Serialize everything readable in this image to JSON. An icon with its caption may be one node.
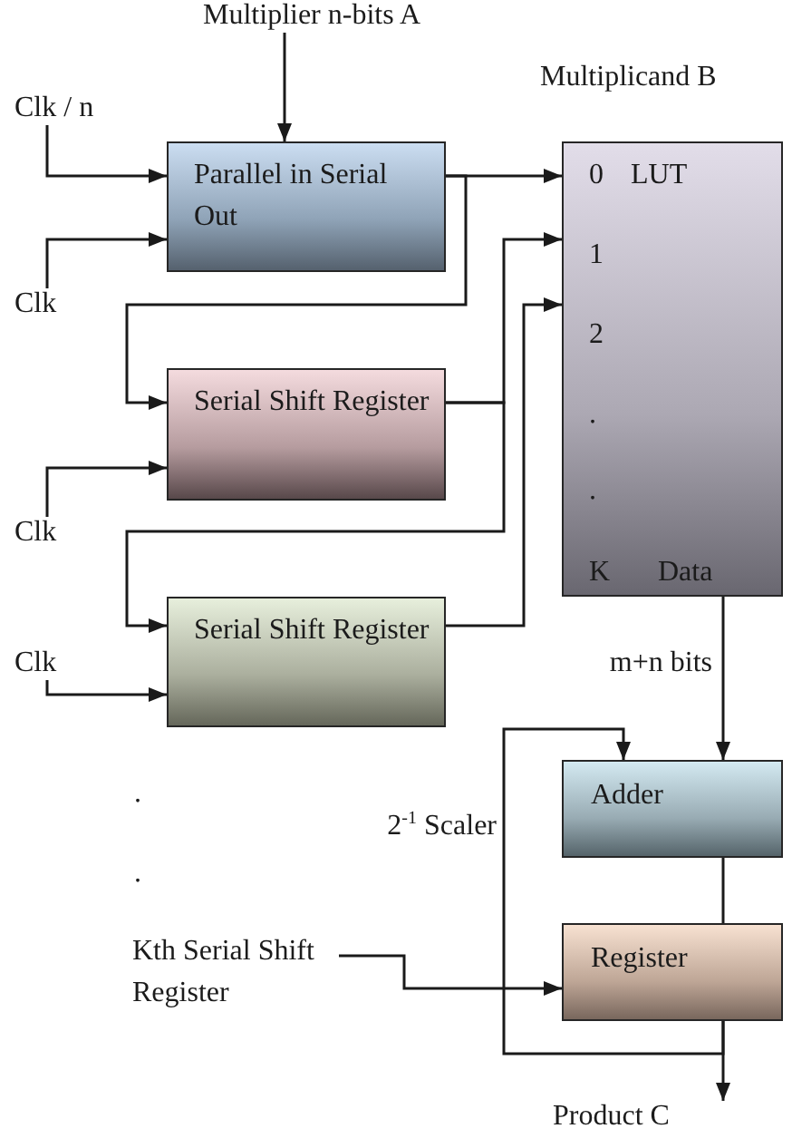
{
  "diagram": {
    "nodes": [
      {
        "text": [
          "Multiplier n-bits A"
        ]
      },
      {
        "text": [
          "Clk / n"
        ]
      },
      {
        "text": [
          "Parallel in Serial Out"
        ]
      },
      {
        "text": [
          "0",
          "LUT",
          "1",
          "2",
          ".",
          ".",
          "K",
          "Data"
        ]
      },
      {
        "text": [
          "Clk"
        ]
      },
      {
        "text": [
          "Serial Shift Register"
        ]
      },
      {
        "text": [
          "Clk"
        ]
      },
      {
        "text": [
          "Serial Shift Register"
        ]
      },
      {
        "text": [
          "Clk"
        ]
      },
      {
        "text": [
          "Adder"
        ]
      },
      {
        "text": [
          "Kth Serial Shift Register"
        ]
      },
      {
        "text": [
          "Register"
        ]
      },
      {
        "text": [
          "Product C"
        ]
      }
    ],
    "edges": [
      {
        "from": 0,
        "to": 2,
        "arrow": "to"
      },
      {
        "from": 1,
        "to": 2,
        "arrow": "to"
      },
      {
        "from": 4,
        "to": 2,
        "arrow": "to"
      },
      {
        "from": 2,
        "to": 3,
        "arrow": "to"
      },
      {
        "from": 2,
        "to": 5,
        "arrow": "to"
      },
      {
        "from": 6,
        "to": 5,
        "arrow": "to"
      },
      {
        "from": 5,
        "to": 3,
        "arrow": "to"
      },
      {
        "from": 5,
        "to": 7,
        "arrow": "to"
      },
      {
        "from": 8,
        "to": 7,
        "arrow": "to"
      },
      {
        "from": 7,
        "to": 3,
        "arrow": "to"
      },
      {
        "from": 3,
        "to": 9,
        "arrow": "to",
        "label": "m+n bits"
      },
      {
        "from": 10,
        "to": 11,
        "arrow": "to"
      },
      {
        "from": 9,
        "to": 11,
        "arrow": "none"
      },
      {
        "from": 11,
        "to": 12,
        "arrow": "to"
      },
      {
        "from": 11,
        "to": 9,
        "arrow": "to",
        "label": "2$^{-1}$ Scaler"
      }
    ],
    "labels": [
      "Multiplicand B",
      ".",
      "."
    ]
  }
}
